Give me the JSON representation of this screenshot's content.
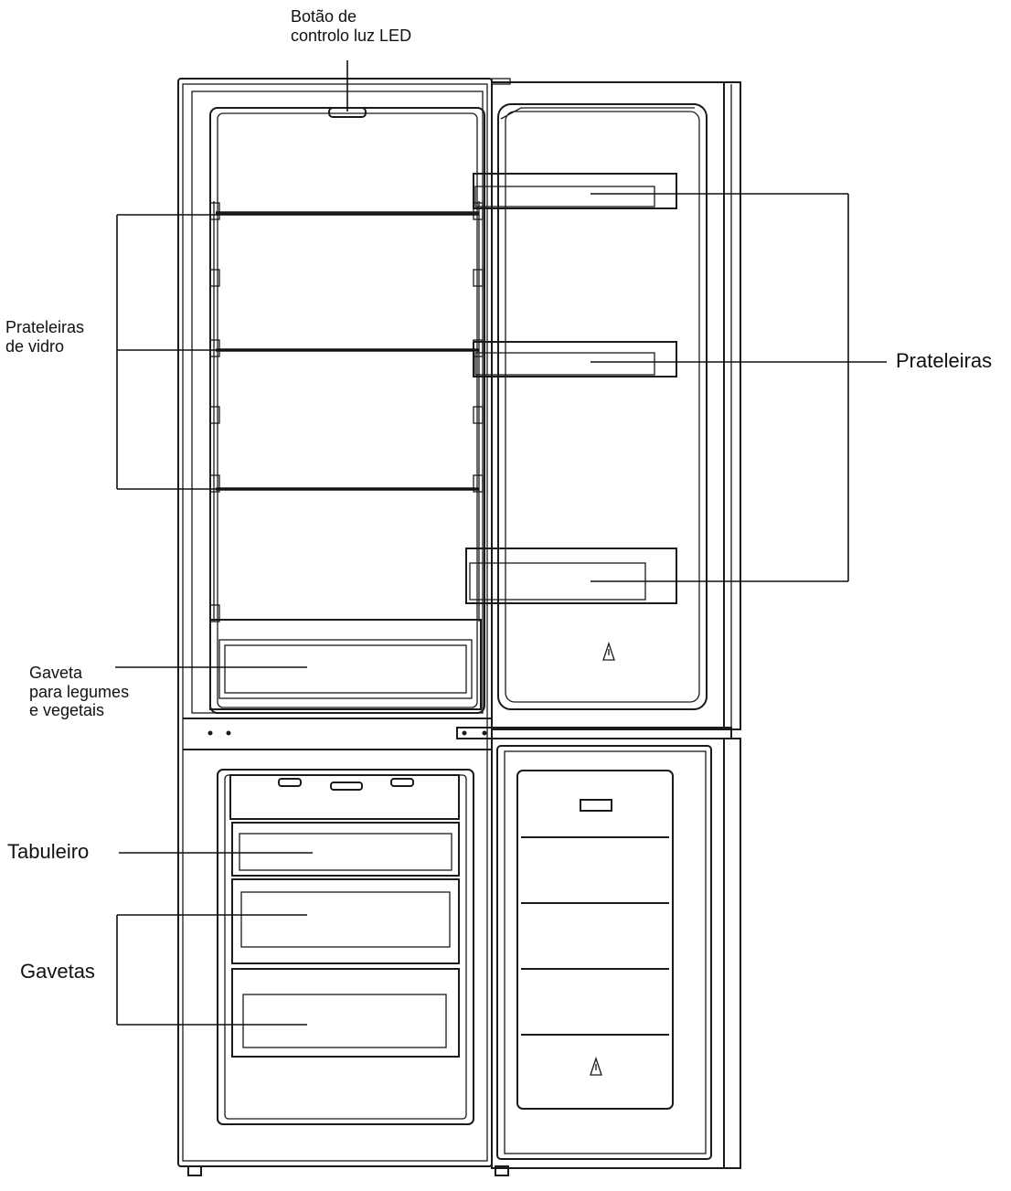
{
  "labels": {
    "led_button": [
      "Botão de",
      "controlo luz LED"
    ],
    "glass_shelves": [
      "Prateleiras",
      "de vidro"
    ],
    "door_shelves": "Prateleiras",
    "crisper_drawer": [
      "Gaveta",
      "para legumes",
      "e vegetais"
    ],
    "tray": "Tabuleiro",
    "drawers": "Gavetas"
  }
}
